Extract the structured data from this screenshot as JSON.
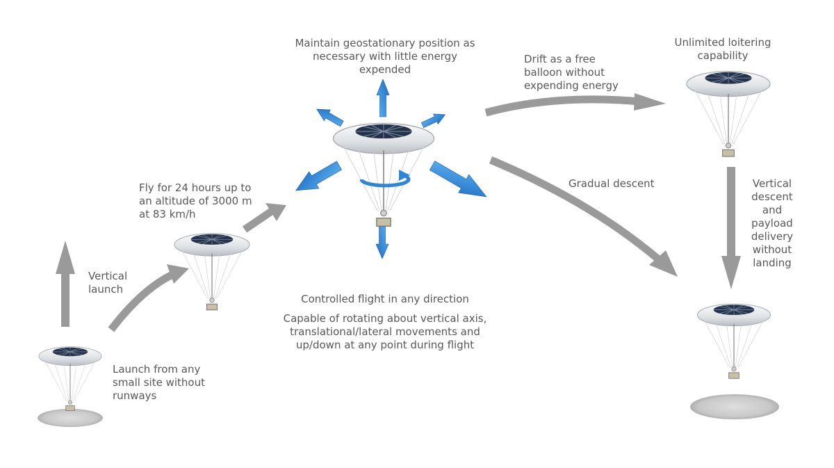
{
  "labels": {
    "launch": "Launch from any\nsmall site without\nrunways",
    "vertical_launch": "Vertical\nlaunch",
    "fly": "Fly for 24 hours up to\nan altitude of 3000 m\nat 83 km/h",
    "maintain": "Maintain geostationary position as\nnecessary with little energy\nexpended",
    "controlled_flight": "Controlled flight in any direction",
    "capable": "Capable of rotating about vertical axis,\ntranslational/lateral movements and\nup/down at any point during flight",
    "drift": "Drift as a free\nballoon without\nexpending energy",
    "loiter": "Unlimited loitering\ncapability",
    "gradual": "Gradual descent",
    "vertical_descent": "Vertical\ndescent and\npayload\ndelivery\nwithout\nlanding"
  },
  "colors": {
    "text": "#585858",
    "flight_arrow": "#9a9a9a",
    "direction_arrow": "#2f86d8",
    "hull": "#e6e8ea",
    "solar_panel": "#24324a",
    "shadow": "#bdbdbd"
  },
  "airships": [
    {
      "name": "airship-on-ground"
    },
    {
      "name": "airship-climbing"
    },
    {
      "name": "airship-controlled-flight"
    },
    {
      "name": "airship-loitering"
    },
    {
      "name": "airship-descending"
    }
  ]
}
